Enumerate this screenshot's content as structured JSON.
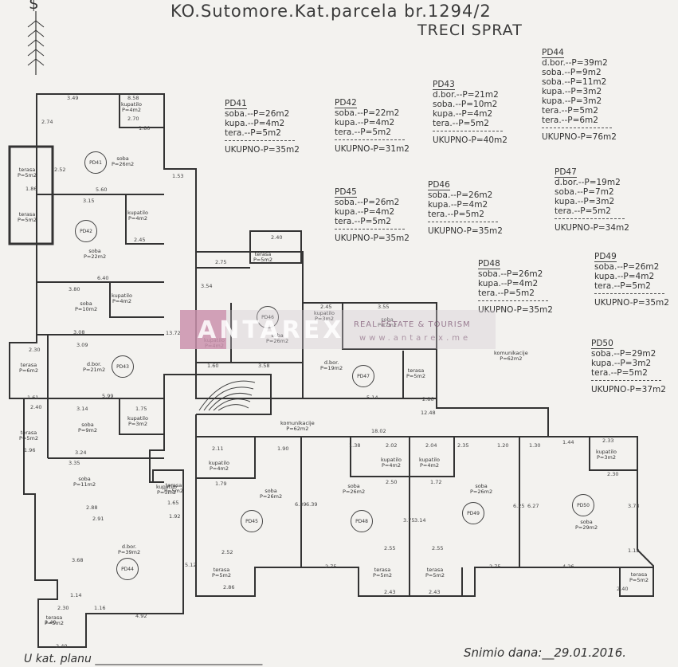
{
  "header": {
    "title": "KO.Sutomore.Kat.parcela br.1294/2",
    "floor": "TRECI SPRAT",
    "north_glyph": "$"
  },
  "legend": [
    {
      "id": "PD41",
      "lines": [
        "soba.--P=26m2",
        "kupa.--P=4m2",
        "tera.--P=5m2"
      ],
      "total": "UKUPNO-P=35m2"
    },
    {
      "id": "PD42",
      "lines": [
        "soba.--P=22m2",
        "kupa.--P=4m2",
        "tera.--P=5m2"
      ],
      "total": "UKUPNO-P=31m2"
    },
    {
      "id": "PD43",
      "lines": [
        "d.bor.--P=21m2",
        "soba.--P=10m2",
        "kupa.--P=4m2",
        "tera.--P=5m2"
      ],
      "total": "UKUPNO-P=40m2"
    },
    {
      "id": "PD44",
      "lines": [
        "d.bor.--P=39m2",
        "soba.--P=9m2",
        "soba.--P=11m2",
        "kupa.--P=3m2",
        "kupa.--P=3m2",
        "tera.--P=5m2",
        "tera.--P=6m2"
      ],
      "total": "UKUPNO-P=76m2"
    },
    {
      "id": "PD45",
      "lines": [
        "soba.--P=26m2",
        "kupa.--P=4m2",
        "tera.--P=5m2"
      ],
      "total": "UKUPNO-P=35m2"
    },
    {
      "id": "PD46",
      "lines": [
        "soba.--P=26m2",
        "kupa.--P=4m2",
        "tera.--P=5m2"
      ],
      "total": "UKUPNO-P=35m2"
    },
    {
      "id": "PD47",
      "lines": [
        "d.bor.--P=19m2",
        "soba.--P=7m2",
        "kupa.--P=3m2",
        "tera.--P=5m2"
      ],
      "total": "UKUPNO-P=34m2"
    },
    {
      "id": "PD48",
      "lines": [
        "soba.--P=26m2",
        "kupa.--P=4m2",
        "tera.--P=5m2"
      ],
      "total": "UKUPNO-P=35m2"
    },
    {
      "id": "PD49",
      "lines": [
        "soba.--P=26m2",
        "kupa.--P=4m2",
        "tera.--P=5m2"
      ],
      "total": "UKUPNO-P=35m2"
    },
    {
      "id": "PD50",
      "lines": [
        "soba.--P=29m2",
        "kupa.--P=3m2",
        "tera.--P=5m2"
      ],
      "total": "UKUPNO-P=37m2"
    }
  ],
  "plan": {
    "units": [
      "PD41",
      "PD42",
      "PD43",
      "PD44",
      "PD45",
      "PD46",
      "PD47",
      "PD48",
      "PD49",
      "PD50"
    ],
    "rooms": {
      "pd41_soba": "soba\nP=26m2",
      "pd41_kup": "kupatilo\nP=4m2",
      "pd42_soba": "soba\nP=22m2",
      "pd42_kup": "kupatilo\nP=4m2",
      "pd43_soba": "soba\nP=10m2",
      "pd43_kup": "kupatilo\nP=4m2",
      "pd43_dbor": "d.bor.\nP=21m2",
      "pd44_soba1": "soba\nP=9m2",
      "pd44_kup1": "kupatilo\nP=3m2",
      "pd44_soba2": "soba\nP=11m2",
      "pd44_kup2": "kupatilo\nP=3m2",
      "pd44_dbor": "d.bor.\nP=39m2",
      "pd45_soba": "soba\nP=26m2",
      "pd45_kup": "kupatilo\nP=4m2",
      "pd46_soba": "soba\nP=26m2",
      "pd46_kup": "kupatilo\nP=4m2",
      "pd47_dbor": "d.bor.\nP=19m2",
      "pd47_soba": "soba\nP=7m2",
      "pd47_kup": "kupatilo\nP=3m2",
      "pd48_soba": "soba\nP=26m2",
      "pd48_kup": "kupatilo\nP=4m2",
      "pd49_soba": "soba\nP=26m2",
      "pd49_kup": "kupatilo\nP=4m2",
      "pd50_soba": "soba\nP=29m2",
      "pd50_kup": "kupatilo\nP=3m2",
      "terasa_a": "terasa\nP=5m2",
      "terasa_b": "terasa\nP=5m2",
      "terasa_c": "terasa\nP=5m2",
      "terasa_d": "terasa\nP=6m2",
      "terasa_e": "terasa\nP=5m2",
      "terasa_f": "terasa\nP=5m2",
      "terasa_g": "terasa\nP=5m2",
      "terasa_h": "terasa\nP=5m2",
      "terasa_i": "terasa\nP=5m2",
      "terasa_j": "terasa\nP=5m2",
      "terasa_k": "terasa\nP=5m2",
      "terasa_l": "terasa\nP=5m2",
      "kom1": "komunikacije\nP=62m2",
      "kom2": "komunikacije\nP=62m2"
    },
    "dims": {
      "d_349": "3.49",
      "d_858": "8.58",
      "d_270": "2.70",
      "d_180": "1.80",
      "d_274": "2.74",
      "d_252": "2.52",
      "d_560": "5.60",
      "d_315": "3.15",
      "d_245a": "2.45",
      "d_640": "6.40",
      "d_380": "3.80",
      "d_308": "3.08",
      "d_309": "3.09",
      "d_599": "5.99",
      "d_314": "3.14",
      "d_175": "1.75",
      "d_324": "3.24",
      "d_335": "3.35",
      "d_288": "2.88",
      "d_291": "2.91",
      "d_492": "4.92",
      "d_230a": "2.30",
      "d_240": "2.40",
      "d_186": "1.86",
      "d_161": "1.61",
      "d_196": "1.96",
      "d_153": "1.53",
      "d_275a": "2.75",
      "d_354": "3.54",
      "d_240b": "2.40",
      "d_160": "1.60",
      "d_358": "3.58",
      "d_1372": "13.72",
      "d_245b": "2.45",
      "d_355": "3.55",
      "d_514": "5.14",
      "d_286": "2.86",
      "d_1248": "12.48",
      "d_1802": "18.02",
      "d_211": "2.11",
      "d_190a": "1.90",
      "d_138": "1.38",
      "d_202": "2.02",
      "d_204": "2.04",
      "d_235": "2.35",
      "d_120": "1.20",
      "d_130": "1.30",
      "d_144": "1.44",
      "d_233": "2.33",
      "d_179": "1.79",
      "d_250": "2.50",
      "d_172": "1.72",
      "d_230b": "2.30",
      "d_639a": "6.39",
      "d_639b": "6.39",
      "d_375": "3.75",
      "d_314b": "3.14",
      "d_625": "6.25",
      "d_627": "6.27",
      "d_373": "3.73",
      "d_252b": "2.52",
      "d_275b": "2.75",
      "d_255a": "2.55",
      "d_255b": "2.55",
      "d_275c": "2.75",
      "d_426": "4.26",
      "d_112": "1.12",
      "d_286b": "2.86",
      "d_243a": "2.43",
      "d_243b": "2.43",
      "d_240c": "2.40",
      "d_165": "1.65",
      "d_192": "1.92",
      "d_512": "5.12",
      "d_368": "3.68",
      "d_114": "1.14",
      "d_116": "1.16",
      "d_230c": "2.30",
      "d_240d": "2.40",
      "d_240e": "2.40"
    }
  },
  "watermark": {
    "brand": "ANTAREX",
    "tagline": "REAL ESTATE & TOURISM",
    "url": "www.antarex.me"
  },
  "footer": {
    "left": "U kat. planu",
    "right": "Snimio dana:__29.01.2016."
  }
}
